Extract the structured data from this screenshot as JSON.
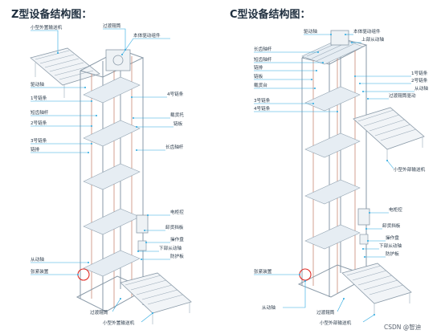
{
  "titles": {
    "z": "Z型设备结构图：",
    "c": "C型设备结构图："
  },
  "z_labels": {
    "conveyor_top": "小型外置输送机",
    "transition_roller": "过渡辊筒",
    "drive": "本体驱动组件",
    "driven_shaft": "驱动轴",
    "chain1": "1号链条",
    "chain4": "4号链条",
    "short_shaft": "短齿轴杆",
    "chain2": "2号链条",
    "pallet_support": "载货托",
    "chain_plate": "链板",
    "chain3": "3号链条",
    "chain_row": "链排",
    "long_shaft": "长齿轴杆",
    "elec_box": "电柜控",
    "stopper": "卸货挡板",
    "console": "操作盘",
    "lower_driven": "下部从动轴",
    "guard": "防护板",
    "driven_axle": "从动轴",
    "tension": "张紧装置",
    "transition_bottom": "过渡辊筒",
    "conveyor_bottom": "小型外置输送机"
  },
  "c_labels": {
    "drive_shaft": "驱动轴",
    "drive": "本体驱动组件",
    "upper_driven": "上部从动轴",
    "long_shaft": "长齿轴杆",
    "short_shaft": "短齿轴杆",
    "chain_row": "链排",
    "chain_plate": "链板",
    "pallet": "载货台",
    "chain1": "1号链条",
    "chain2": "2号链条",
    "driven_axle": "从动轴",
    "transition": "过渡辊筒驱动",
    "chain3": "3号链条",
    "chain4": "4号链条",
    "conveyor_right": "小型外部输送机",
    "elec_box": "电柜控",
    "stopper": "卸货挡板",
    "console": "操作盘",
    "lower_driven": "下部从动轴",
    "guard": "防护板",
    "tension": "张紧装置",
    "driven_bottom": "从动轴",
    "transition_bottom": "过渡辊筒",
    "conveyor_bottom": "小型外部输送机"
  },
  "watermark": "CSDN @智迪",
  "colors": {
    "leader": "#2aa8e0",
    "frame": "#8a9aa8",
    "chain": "#c98b76",
    "highlight": "#e0302a"
  }
}
